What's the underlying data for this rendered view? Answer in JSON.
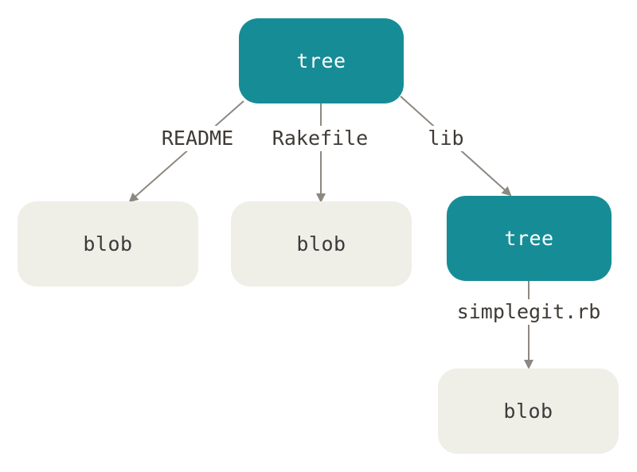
{
  "colors": {
    "tree_fill": "#168d96",
    "blob_fill": "#efeee7",
    "edge": "#8d8880"
  },
  "nodes": {
    "root_tree": {
      "label": "tree"
    },
    "blob_readme": {
      "label": "blob"
    },
    "blob_rakefile": {
      "label": "blob"
    },
    "lib_tree": {
      "label": "tree"
    },
    "blob_simplegit": {
      "label": "blob"
    }
  },
  "edges": {
    "readme": {
      "label": "README"
    },
    "rakefile": {
      "label": "Rakefile"
    },
    "lib": {
      "label": "lib"
    },
    "simplegit": {
      "label": "simplegit.rb"
    }
  }
}
